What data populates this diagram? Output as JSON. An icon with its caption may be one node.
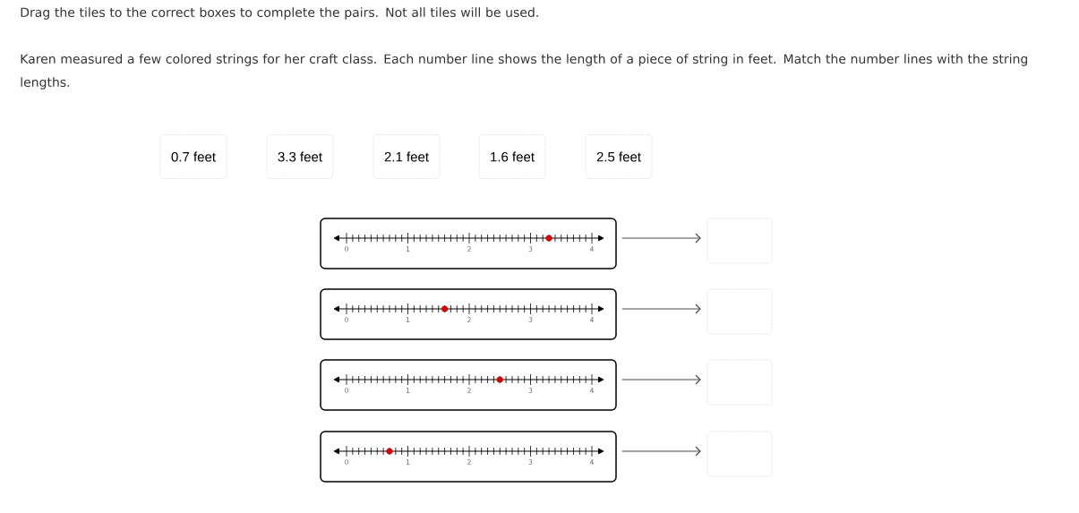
{
  "diagram": {
    "nodes": [
      {
        "text": [
          "0.7 feet"
        ]
      },
      {
        "text": [
          "3.3 feet"
        ]
      },
      {
        "text": [
          "2.1 feet"
        ]
      },
      {
        "text": [
          "1.6 feet"
        ]
      },
      {
        "text": [
          "2.5 feet"
        ]
      },
      {
        "text": [
          "0",
          "1",
          "2",
          "3",
          "4"
        ]
      },
      {
        "text": [
          "0",
          "1",
          "2",
          "3",
          "4"
        ]
      },
      {
        "text": [
          "0",
          "1",
          "2",
          "3",
          "4"
        ]
      },
      {
        "text": [
          "0",
          "1",
          "2",
          "3",
          "4"
        ]
      },
      {
        "text": [],
        "shape": "box"
      },
      {
        "text": [],
        "shape": "box"
      },
      {
        "text": [],
        "shape": "box"
      },
      {
        "text": [],
        "shape": "box"
      }
    ],
    "edges": [
      {
        "from": 5,
        "to": 9,
        "arrow": "to"
      },
      {
        "from": 6,
        "to": 10,
        "arrow": "to"
      },
      {
        "from": 7,
        "to": 11,
        "arrow": "to"
      },
      {
        "from": 8,
        "to": 12,
        "arrow": "to"
      }
    ],
    "labels": [
      "Drag the tiles to the correct boxes to complete the pairs. Not all tiles will be used.",
      "Karen measured a few colored strings for her craft class. Each number line shows the length of a piece of string in feet. Match the number lines with the string lengths."
    ]
  }
}
